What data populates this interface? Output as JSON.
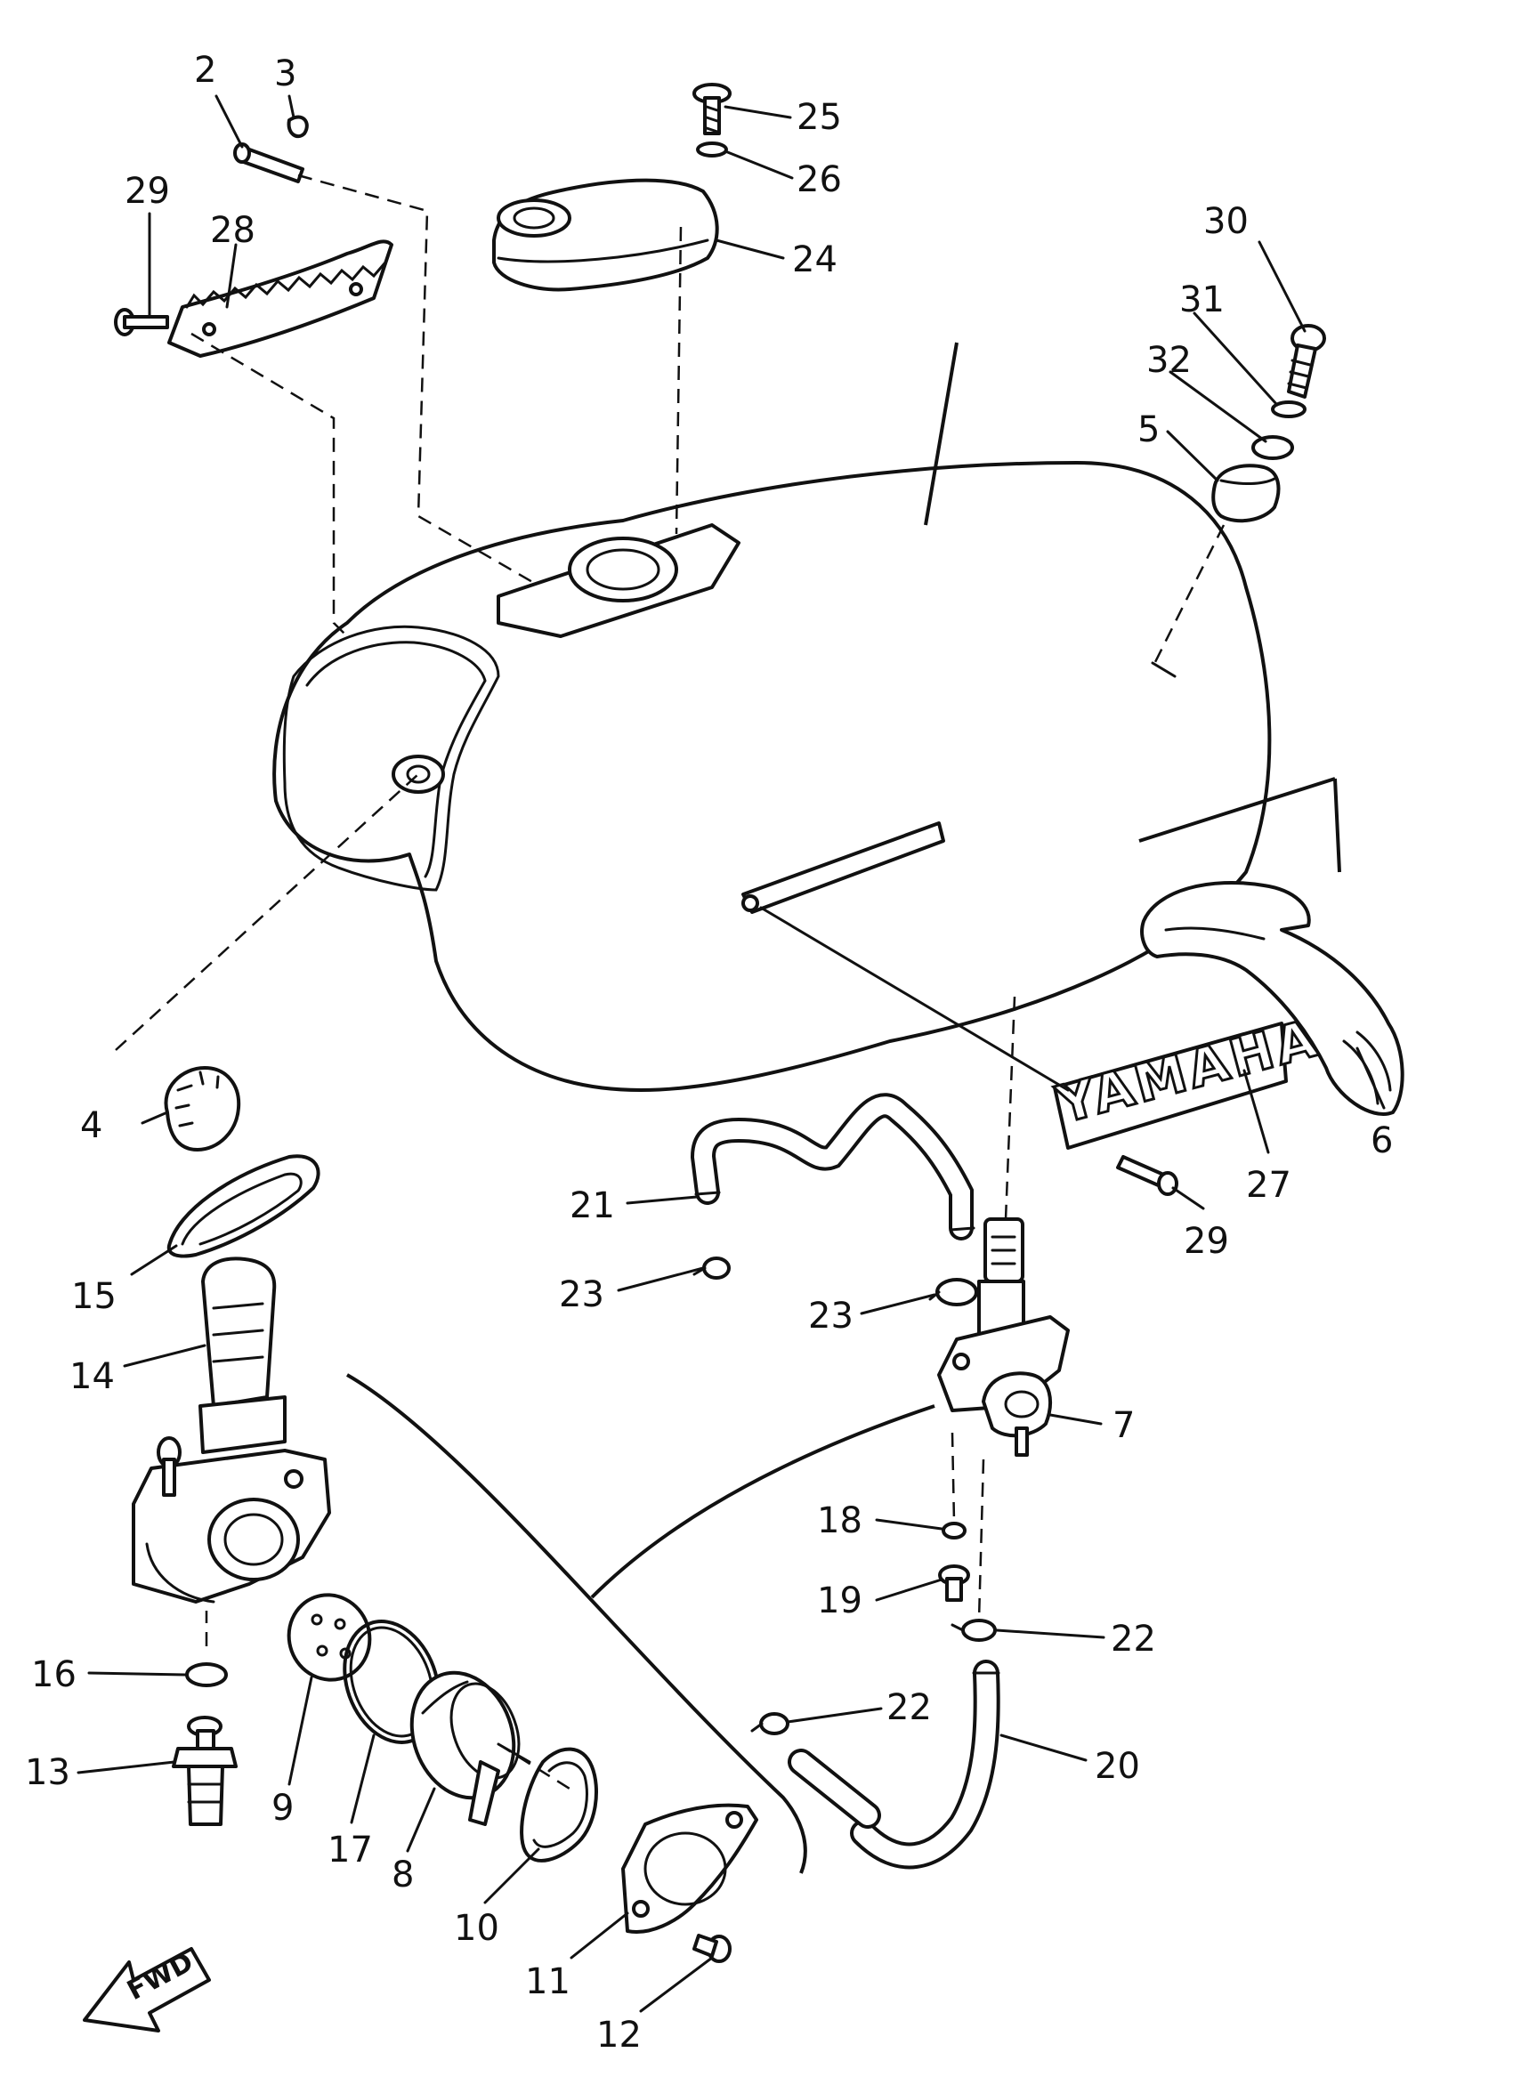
{
  "diagram": {
    "brand_emblem_text": "YAMAHA",
    "direction_arrow_text": "FWD",
    "callouts": [
      {
        "id": "c2",
        "label": "2"
      },
      {
        "id": "c3",
        "label": "3"
      },
      {
        "id": "c29a",
        "label": "29"
      },
      {
        "id": "c28",
        "label": "28"
      },
      {
        "id": "c25",
        "label": "25"
      },
      {
        "id": "c26",
        "label": "26"
      },
      {
        "id": "c24",
        "label": "24"
      },
      {
        "id": "c30",
        "label": "30"
      },
      {
        "id": "c31",
        "label": "31"
      },
      {
        "id": "c32",
        "label": "32"
      },
      {
        "id": "c5",
        "label": "5"
      },
      {
        "id": "c4",
        "label": "4"
      },
      {
        "id": "c6",
        "label": "6"
      },
      {
        "id": "c27",
        "label": "27"
      },
      {
        "id": "c29b",
        "label": "29"
      },
      {
        "id": "c21",
        "label": "21"
      },
      {
        "id": "c23a",
        "label": "23"
      },
      {
        "id": "c23b",
        "label": "23"
      },
      {
        "id": "c15",
        "label": "15"
      },
      {
        "id": "c14",
        "label": "14"
      },
      {
        "id": "c7",
        "label": "7"
      },
      {
        "id": "c18",
        "label": "18"
      },
      {
        "id": "c19",
        "label": "19"
      },
      {
        "id": "c22a",
        "label": "22"
      },
      {
        "id": "c22b",
        "label": "22"
      },
      {
        "id": "c20",
        "label": "20"
      },
      {
        "id": "c16",
        "label": "16"
      },
      {
        "id": "c13",
        "label": "13"
      },
      {
        "id": "c9",
        "label": "9"
      },
      {
        "id": "c17",
        "label": "17"
      },
      {
        "id": "c8",
        "label": "8"
      },
      {
        "id": "c10",
        "label": "10"
      },
      {
        "id": "c11",
        "label": "11"
      },
      {
        "id": "c12",
        "label": "12"
      }
    ]
  }
}
